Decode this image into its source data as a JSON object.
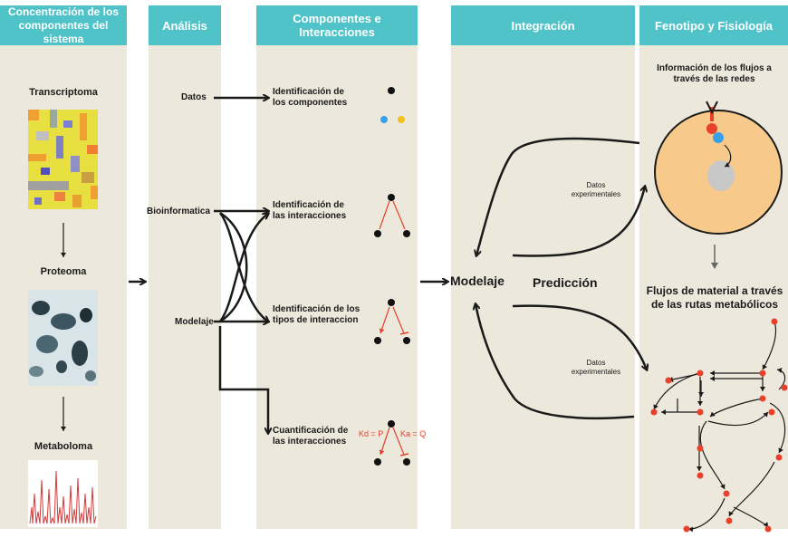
{
  "columns": {
    "concentracion": "Concentración de los componentes del sistema",
    "analisis": "Análisis",
    "componentes": "Componentes e Interacciones",
    "integracion": "Integración",
    "fenotipo": "Fenotipo y Fisiología"
  },
  "omics": {
    "transcriptoma": "Transcriptoma",
    "proteoma": "Proteoma",
    "metaboloma": "Metaboloma"
  },
  "analisis": {
    "datos": "Datos",
    "bioinformatica": "Bioinformatica",
    "modelaje": "Modelaje"
  },
  "componentes": {
    "identificacion_componentes": "Identificación de los componentes",
    "identificacion_interacciones": "Identificación de las interacciones",
    "identificacion_tipos": "Identificación de los tipos de interaccion",
    "cuantificacion": "Cuantificación de las interacciones",
    "kd": "Kd = P",
    "ka": "Ka = Q"
  },
  "integracion": {
    "modelaje": "Modelaje",
    "prediccion": "Predicción",
    "datos_exp_1": "Datos experimentales",
    "datos_exp_2": "Datos experimentales"
  },
  "fenotipo": {
    "informacion": "Información de los flujos a través de las redes",
    "flujos": "Flujos de material a través de las rutas metabólicos"
  },
  "colors": {
    "header": "#4fc3c8",
    "column_bg": "#ede8dc",
    "cell": "#f7c98a",
    "red": "#e8402a",
    "blue": "#3aa0e8",
    "yellow": "#f2c020"
  }
}
